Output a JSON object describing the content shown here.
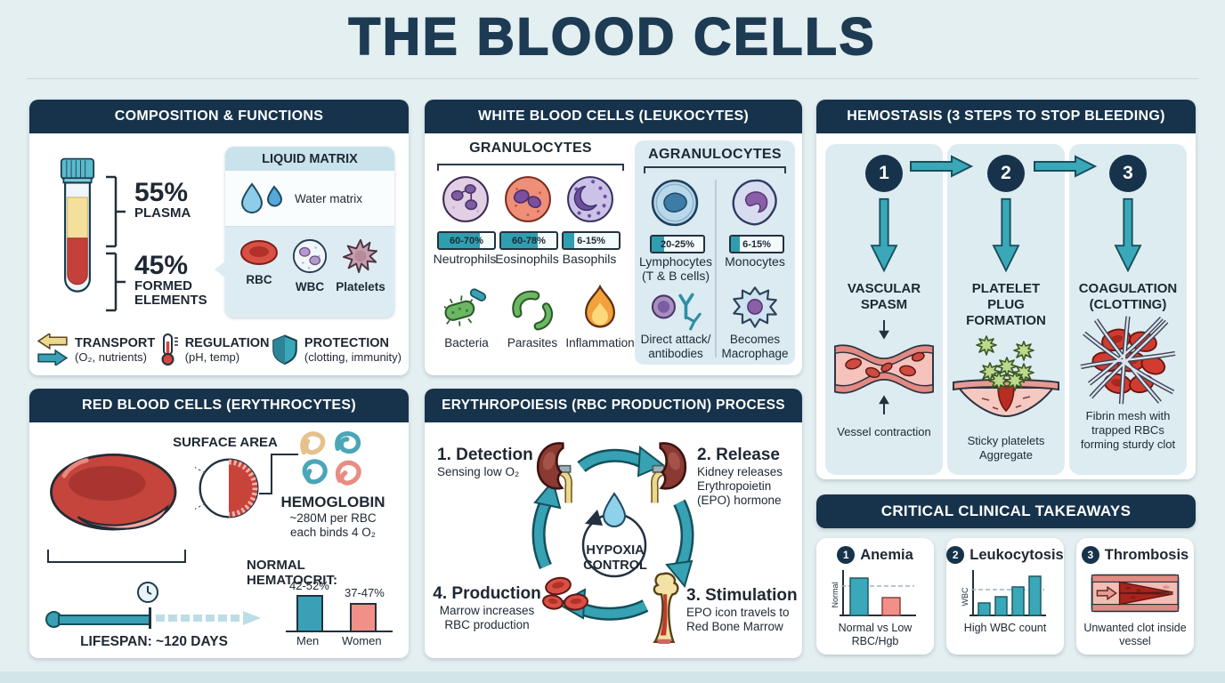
{
  "title": "THE BLOOD CELLS",
  "composition": {
    "header": "COMPOSITION & FUNCTIONS",
    "plasma_pct": "55%",
    "plasma_label": "PLASMA",
    "formed_pct": "45%",
    "formed_label1": "FORMED",
    "formed_label2": "ELEMENTS",
    "liquid_matrix": {
      "header": "LIQUID MATRIX",
      "water_label": "Water matrix",
      "cell_labels": [
        "RBC",
        "WBC",
        "Platelets"
      ]
    },
    "functions": [
      {
        "title": "TRANSPORT",
        "sub": "(O₂, nutrients)"
      },
      {
        "title": "REGULATION",
        "sub": "(pH, temp)"
      },
      {
        "title": "PROTECTION",
        "sub": "(clotting, immunity)"
      }
    ]
  },
  "wbc": {
    "header": "WHITE BLOOD CELLS (LEUKOCYTES)",
    "granulocytes": {
      "title": "GRANULOCYTES",
      "cells": [
        {
          "name": "Neutrophils",
          "pct": "60-70%"
        },
        {
          "name": "Eosinophils",
          "pct": "60-78%"
        },
        {
          "name": "Basophils",
          "pct": "6-15%"
        }
      ],
      "threats": [
        "Bacteria",
        "Parasites",
        "Inflammation"
      ]
    },
    "agranulocytes": {
      "title": "AGRANULOCYTES",
      "cells": [
        {
          "name": "Lymphocytes",
          "name2": "(T & B cells)",
          "pct": "20-25%"
        },
        {
          "name": "Monocytes",
          "name2": "",
          "pct": "6-15%"
        }
      ],
      "actions": [
        "Direct attack/ antibodies",
        "Becomes Macrophage"
      ]
    }
  },
  "hemostasis": {
    "header": "HEMOSTASIS (3 STEPS TO STOP BLEEDING)",
    "steps": [
      {
        "num": "1",
        "title": "VASCULAR SPASM",
        "caption": "Vessel contraction"
      },
      {
        "num": "2",
        "title": "PLATELET PLUG FORMATION",
        "caption": "Sticky platelets Aggregate"
      },
      {
        "num": "3",
        "title": "COAGULATION (CLOTTING)",
        "caption": "Fibrin mesh with trapped RBCs forming sturdy clot"
      }
    ]
  },
  "rbc": {
    "header": "RED BLOOD CELLS (ERYTHROCYTES)",
    "surface_area_label": "SURFACE AREA",
    "hemoglobin": {
      "title": "HEMOGLOBIN",
      "line1": "~280M per RBC",
      "line2": "each binds 4 O₂"
    },
    "hematocrit": {
      "title": "NORMAL HEMATOCRIT:",
      "men_range": "42-52%",
      "men_label": "Men",
      "women_range": "37-47%",
      "women_label": "Women"
    },
    "lifespan_label": "LIFESPAN: ~120 DAYS"
  },
  "erythropoiesis": {
    "header": "ERYTHROPOIESIS (RBC PRODUCTION) PROCESS",
    "center_line1": "HYPOXIA",
    "center_line2": "CONTROL",
    "steps": [
      {
        "title": "1. Detection",
        "sub": "Sensing low O₂"
      },
      {
        "title": "2. Release",
        "sub": "Kidney releases Erythropoietin (EPO) hormone"
      },
      {
        "title": "3. Stimulation",
        "sub": "EPO icon travels to Red Bone Marrow"
      },
      {
        "title": "4. Production",
        "sub": "Marrow increases RBC production"
      }
    ]
  },
  "takeaways": {
    "header": "CRITICAL CLINICAL TAKEAWAYS",
    "cards": [
      {
        "num": "1",
        "title": "Anemia",
        "axis_label": "Normal",
        "caption": "Normal vs Low RBC/Hgb"
      },
      {
        "num": "2",
        "title": "Leukocytosis",
        "axis_label": "WBC",
        "caption": "High WBC count"
      },
      {
        "num": "3",
        "title": "Thrombosis",
        "axis_label": "",
        "caption": "Unwanted clot inside vessel"
      }
    ]
  },
  "colors": {
    "navy": "#16334b",
    "teal": "#2f9fb0",
    "red": "#c5443c",
    "pink": "#ef928c",
    "plasma_yellow": "#f4e09c",
    "page_bg": "#e4eff1",
    "light_box": "#ddecf2"
  }
}
